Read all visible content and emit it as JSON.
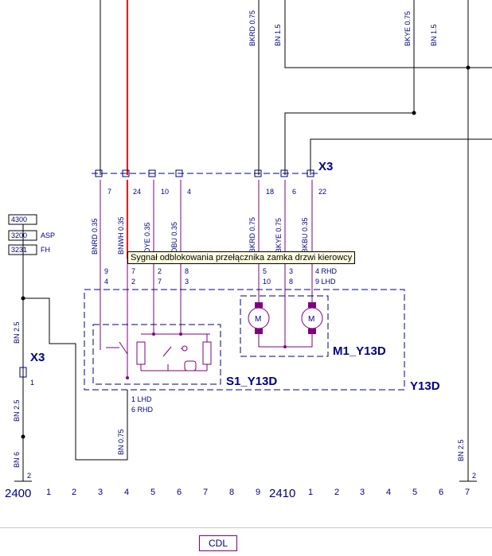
{
  "wires_top": {
    "bkrd075": "BKRD 0.75",
    "bn15a": "BN 1.5",
    "bkye075": "BKYE 0.75",
    "bn15b": "BN 1.5"
  },
  "connector_x3_top": {
    "name": "X3",
    "pins": [
      "7",
      "24",
      "10",
      "4",
      "18",
      "6",
      "22"
    ]
  },
  "wires_mid": [
    "BNRD 0.35",
    "BNWH 0.35",
    "DYE 0.35",
    "DBU 0.35",
    "BKRD 0.75",
    "BKYE 0.75",
    "BKBU 0.35"
  ],
  "s1_pins_top": [
    "9",
    "7",
    "2",
    "8"
  ],
  "s1_pins_bot": [
    "4",
    "2",
    "7",
    "3"
  ],
  "m1_pins": {
    "p1": "5",
    "p1b": "10",
    "p2": "3",
    "p2b": "8",
    "p3": "4 RHD",
    "p3b": "9 LHD"
  },
  "ref_box": [
    "4300",
    "3200",
    "3231"
  ],
  "ref_labels": [
    "ASP",
    "FH"
  ],
  "left": {
    "bn25a": "BN 2.5",
    "x3": "X3",
    "x3pin": "1",
    "bn25b": "BN 2.5",
    "bn6": "BN 6",
    "gnd": "2"
  },
  "s1_bottom": {
    "lhd": "1  LHD",
    "rhd": "6  RHD",
    "wire": "BN 0.75"
  },
  "components": {
    "s1": "S1_Y13D",
    "m1": "M1_Y13D",
    "y13d": "Y13D",
    "motor": "M"
  },
  "right": {
    "wire": "BN 2.5",
    "gnd": "2"
  },
  "tooltip": "Sygnał odblokowania przełącznika zamka drzwi kierowcy",
  "axis": {
    "start1": "2400",
    "nums1": [
      "1",
      "2",
      "3",
      "4",
      "5",
      "6",
      "7",
      "8",
      "9"
    ],
    "start2": "2410",
    "nums2": [
      "1",
      "2",
      "3",
      "4",
      "5",
      "6",
      "7"
    ]
  },
  "footer_tab": "CDL"
}
